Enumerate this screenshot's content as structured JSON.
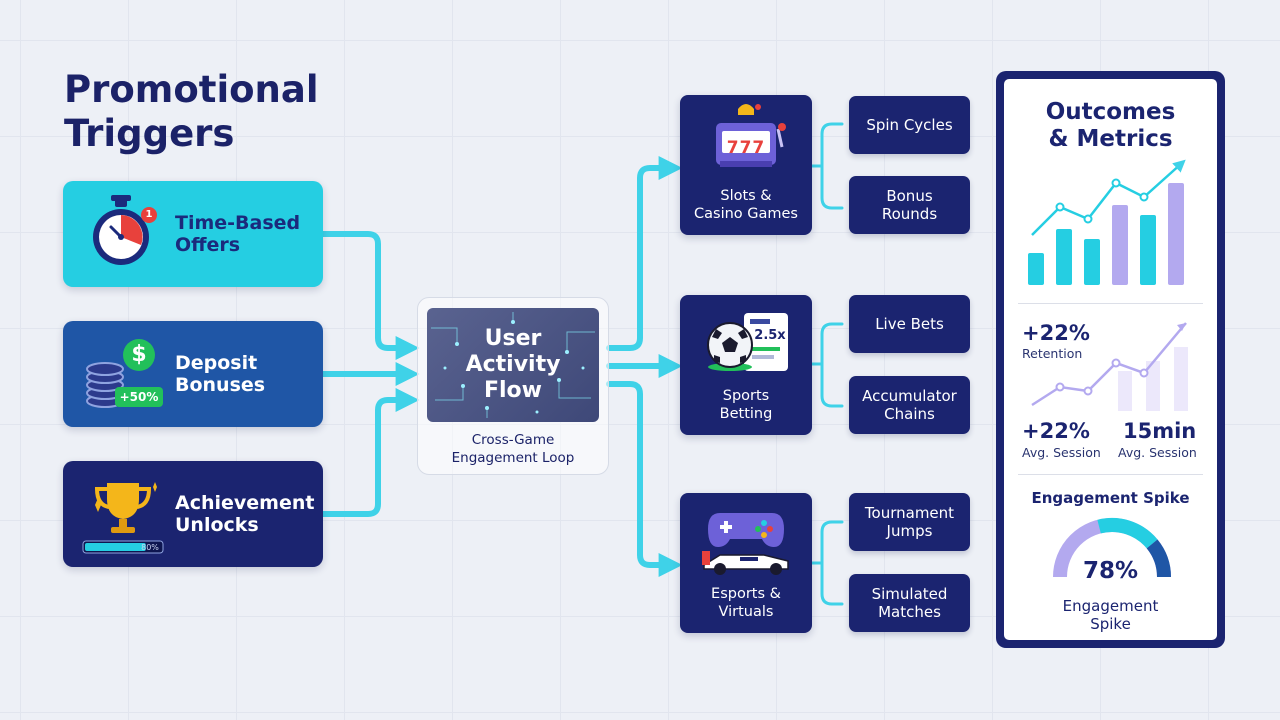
{
  "title": {
    "line1": "Promotional",
    "line2": "Triggers"
  },
  "triggers": [
    {
      "line1": "Time-Based",
      "line2": "Offers",
      "icon": "stopwatch-icon",
      "badge": "1"
    },
    {
      "line1": "Deposit",
      "line2": "Bonuses",
      "icon": "chips-dollar-icon",
      "tag": "+50%"
    },
    {
      "line1": "Achievement",
      "line2": "Unlocks",
      "icon": "trophy-icon",
      "progress": "80%",
      "progress_value": 0.8
    }
  ],
  "hub": {
    "line1": "User",
    "line2": "Activity",
    "line3": "Flow",
    "sub_line1": "Cross-Game",
    "sub_line2": "Engagement Loop"
  },
  "categories": [
    {
      "line1": "Slots &",
      "line2": "Casino Games",
      "icon": "slot-machine-icon",
      "reels": "777",
      "subs": [
        {
          "line1": "Spin Cycles"
        },
        {
          "line1": "Bonus",
          "line2": "Rounds"
        }
      ]
    },
    {
      "line1": "Sports",
      "line2": "Betting",
      "icon": "soccer-ball-icon",
      "odds": "2.5x",
      "subs": [
        {
          "line1": "Live Bets"
        },
        {
          "line1": "Accumulator",
          "line2": "Chains"
        }
      ]
    },
    {
      "line1": "Esports &",
      "line2": "Virtuals",
      "icon": "gamepad-icon",
      "subs": [
        {
          "line1": "Tournament",
          "line2": "Jumps"
        },
        {
          "line1": "Simulated",
          "line2": "Matches"
        }
      ]
    }
  ],
  "metrics": {
    "title_line1": "Outcomes",
    "title_line2": "& Metrics",
    "retention": {
      "value": "+22%",
      "label": "Retention"
    },
    "session1": {
      "value": "+22%",
      "label": "Avg. Session"
    },
    "session2": {
      "value": "15min",
      "label": "Avg. Session"
    },
    "spike_title": "Engagement Spike",
    "gauge": {
      "value": "78%",
      "fraction": 0.78,
      "label_line1": "Engagement",
      "label_line2": "Spike"
    }
  },
  "colors": {
    "navy": "#1b2470",
    "cyan": "#25cee2",
    "blue": "#1f56a6",
    "lavender": "#b3a9ef",
    "connector": "#3fd2e8"
  }
}
